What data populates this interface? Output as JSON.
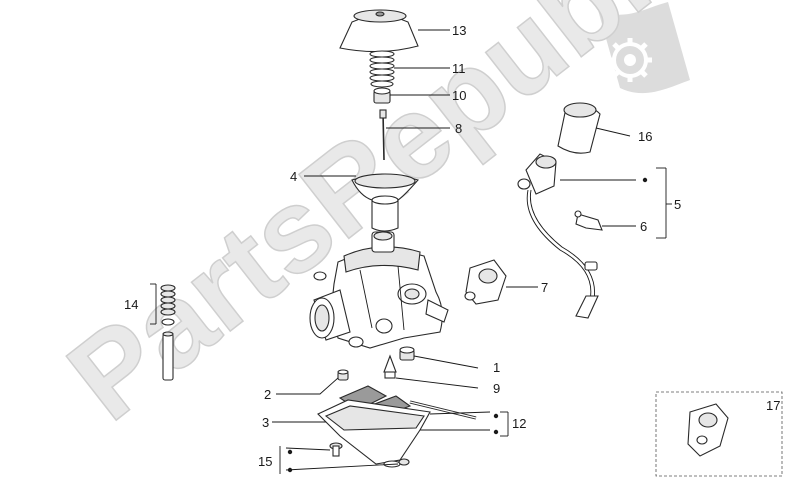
{
  "watermark": {
    "text": "PartsRepublik",
    "color": "#e9e9e9"
  },
  "labels": {
    "l1": "1",
    "l2": "2",
    "l3": "3",
    "l4": "4",
    "l5": "5",
    "l6": "6",
    "l7": "7",
    "l8": "8",
    "l9": "9",
    "l10": "10",
    "l11": "11",
    "l12": "12",
    "l13": "13",
    "l14": "14",
    "l15": "15",
    "l16": "16",
    "l17": "17"
  },
  "icons": {
    "logo": "gear-flag-icon",
    "logo_color": "#dcdcdc"
  }
}
